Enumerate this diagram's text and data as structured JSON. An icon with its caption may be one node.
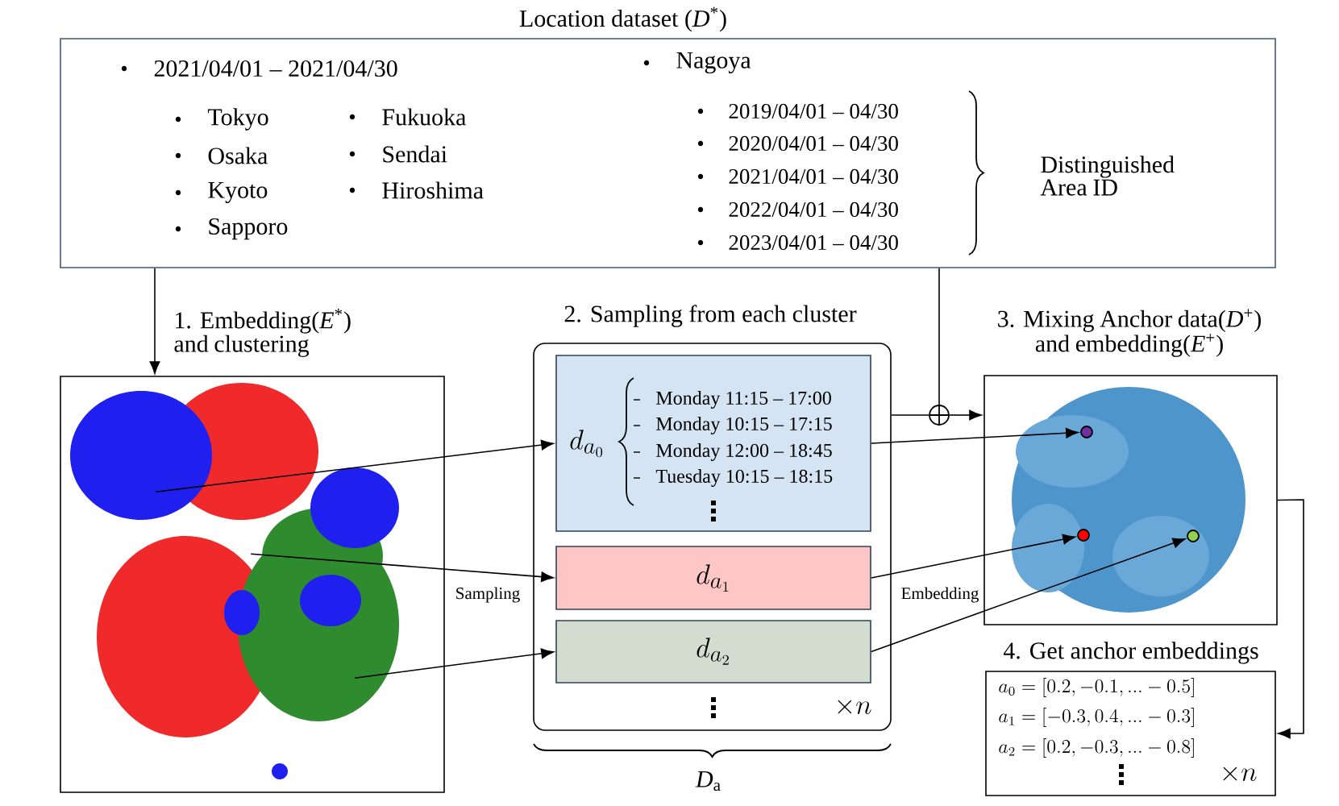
{
  "diagram": {
    "nodes": [
      {
        "text": [
          "Location dataset (*D*$^{*}$)",
          "2021/04/01 – 2021/04/30",
          "Tokyo",
          "Osaka",
          "Kyoto",
          "Sapporo",
          "Fukuoka",
          "Sendai",
          "Hiroshima",
          "Nagoya",
          "2019/04/01 – 04/30",
          "2020/04/01 – 04/30",
          "2021/04/01 – 04/30",
          "2022/04/01 – 04/30",
          "2023/04/01 – 04/30",
          "Distinguished Area ID"
        ]
      },
      {
        "text": [
          "1. Embedding(*E*$^{*}$) and clustering"
        ]
      },
      {
        "text": [
          "2. Sampling from each cluster",
          "\\times n"
        ]
      },
      {
        "text": [
          "d_{a_0}",
          "Monday 11:15 – 17:00",
          "Monday 10:15 – 17:15",
          "Monday 12:00 – 18:45",
          "Tuesday 10:15 – 18:15"
        ],
        "in": 2
      },
      {
        "text": [
          "d_{a_1}"
        ],
        "in": 2
      },
      {
        "text": [
          "d_{a_2}"
        ],
        "in": 2
      },
      {
        "text": [],
        "shape": "circle"
      },
      {
        "text": [
          "3. Mixing Anchor data(*D*$^{+}$) and embedding(*E*$^{+}$)"
        ]
      },
      {
        "text": [],
        "shape": "circle",
        "in": 7
      },
      {
        "text": [],
        "shape": "circle",
        "in": 7
      },
      {
        "text": [],
        "shape": "circle",
        "in": 7
      },
      {
        "text": [
          "4. Get anchor embeddings",
          "a_0 = [0.2, -0.1, ... - 0.5]",
          "a_1 = [-0.3, 0.4, ... - 0.3]",
          "a_2 = [0.2, -0.3, ... - 0.8]",
          "\\times n"
        ]
      }
    ],
    "edges": [
      {
        "from": 0,
        "to": 1,
        "arrow": "to"
      },
      {
        "from": 0,
        "to": 6,
        "arrow": "none"
      },
      {
        "from": 2,
        "to": 6,
        "arrow": "none"
      },
      {
        "from": 6,
        "to": 7,
        "arrow": "to"
      },
      {
        "from": 1,
        "to": 3,
        "arrow": "to"
      },
      {
        "from": 1,
        "to": 4,
        "arrow": "to"
      },
      {
        "from": 1,
        "to": 5,
        "arrow": "to"
      },
      {
        "from": 3,
        "to": 8,
        "arrow": "to"
      },
      {
        "from": 4,
        "to": 9,
        "arrow": "to"
      },
      {
        "from": 5,
        "to": 10,
        "arrow": "to"
      },
      {
        "from": 7,
        "to": 11,
        "arrow": "to"
      }
    ],
    "labels": [
      "Sampling",
      "Embedding",
      "*D*$_{a}$"
    ]
  }
}
